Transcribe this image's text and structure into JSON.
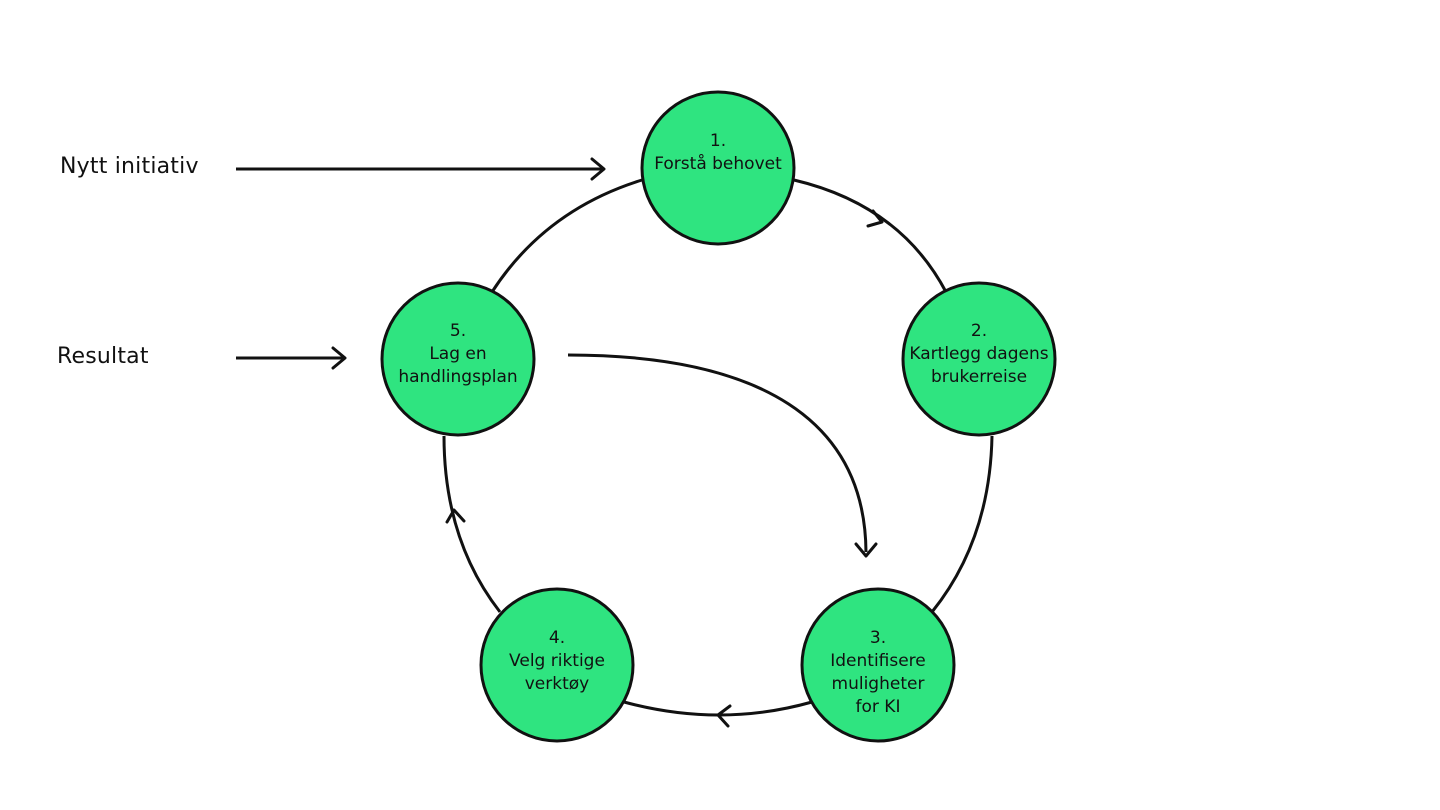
{
  "inputs": {
    "new_initiative": "Nytt initiativ",
    "result": "Resultat"
  },
  "steps": [
    {
      "number": "1.",
      "lines": [
        "Forstå behovet"
      ]
    },
    {
      "number": "2.",
      "lines": [
        "Kartlegg dagens",
        "brukerreise"
      ]
    },
    {
      "number": "3.",
      "lines": [
        "Identifisere",
        "muligheter",
        "for KI"
      ]
    },
    {
      "number": "4.",
      "lines": [
        "Velg riktige",
        "verktøy"
      ]
    },
    {
      "number": "5.",
      "lines": [
        "Lag en",
        "handlingsplan"
      ]
    }
  ],
  "colors": {
    "node_fill": "#2fe480",
    "stroke": "#111111",
    "background": "#ffffff"
  }
}
